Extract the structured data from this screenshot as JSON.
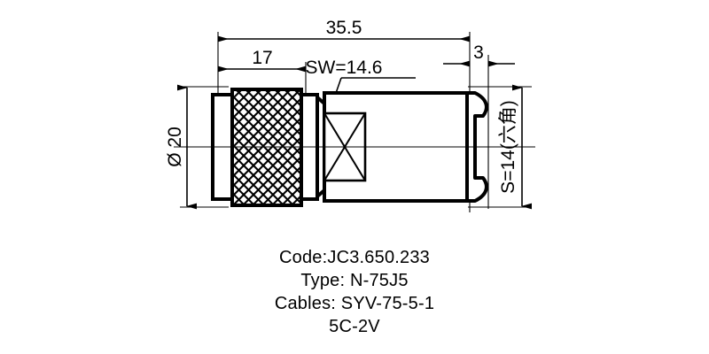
{
  "drawing": {
    "title": "N-75J5 coaxial connector outline drawing",
    "line_color": "#000000",
    "background": "#ffffff",
    "dimensions": {
      "overall_length": "35.5",
      "knurl_length": "17",
      "end_length": "3",
      "across_flats_note": "SW=14.6",
      "outer_diameter": "Ø 20",
      "hex_size": "S=14(六角)"
    }
  },
  "caption": {
    "lines": [
      "Code:JC3.650.233",
      "Type: N-75J5",
      "Cables: SYV-75-5-1",
      "5C-2V"
    ]
  }
}
